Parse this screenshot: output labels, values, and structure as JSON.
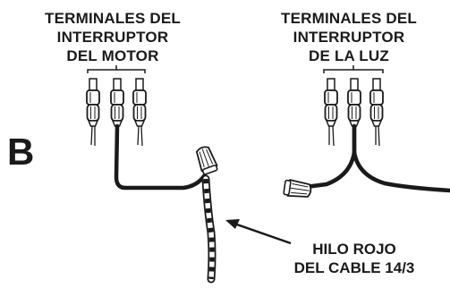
{
  "motor_switch": {
    "heading_lines": [
      "TERMINALES DEL",
      "INTERRUPTOR",
      "DEL MOTOR"
    ]
  },
  "light_switch": {
    "heading_lines": [
      "TERMINALES DEL",
      "INTERRUPTOR",
      "DE LA LUZ"
    ]
  },
  "panel_letter": "B",
  "callout": {
    "lines": [
      "HILO ROJO",
      "DEL CABLE 14/3"
    ]
  },
  "colors": {
    "ink": "#1a1a1a",
    "background": "#ffffff"
  },
  "icons": {
    "terminal": "terminal-connector-icon",
    "wire_nut": "wire-nut-icon",
    "arrow": "arrow-icon"
  }
}
